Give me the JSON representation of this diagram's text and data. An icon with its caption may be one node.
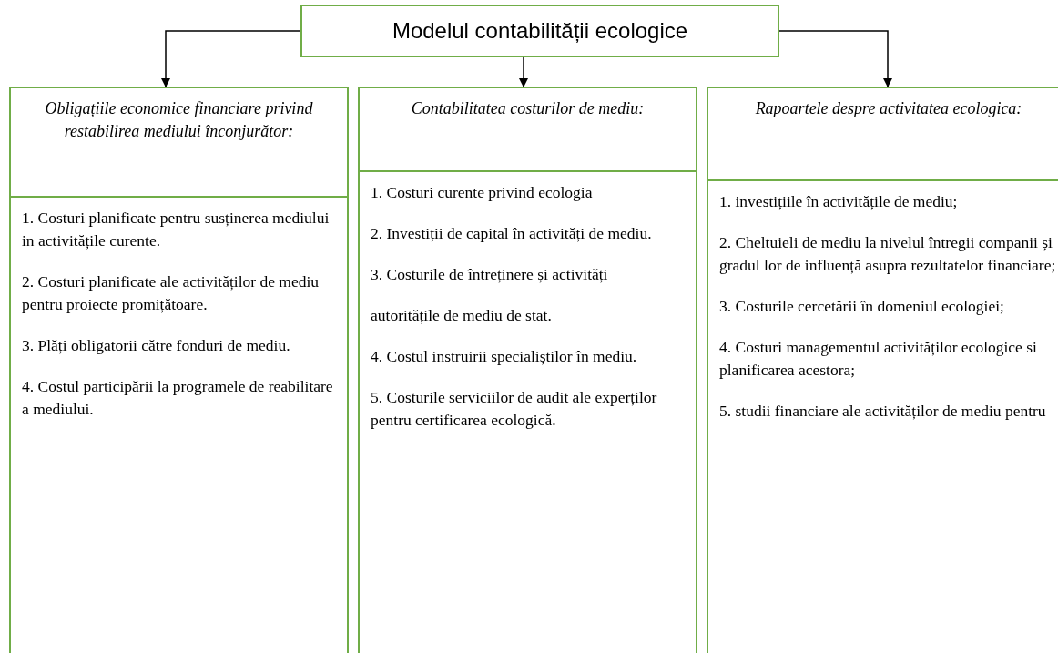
{
  "diagram": {
    "nodes": [
      {
        "text": [
          "Modelul contabilității ecologice"
        ]
      },
      {
        "text": [
          "Obligațiile economice financiare privind restabilirea mediului înconjurător:"
        ]
      },
      {
        "text": [
          "1. Costuri planificate pentru susținerea mediului in activitățile curente.",
          "2. Costuri planificate ale activităților de mediu pentru proiecte promițătoare.",
          "3. Plăți obligatorii către fonduri de mediu.",
          "4. Costul participării la programele de reabilitare a mediului."
        ]
      },
      {
        "text": [
          "Contabilitatea costurilor de mediu:"
        ]
      },
      {
        "text": [
          "1. Costuri curente privind ecologia",
          "2. Investiții de capital în activități de mediu.",
          "3. Costurile de întreținere și activități",
          "autoritățile de mediu de stat.",
          "4. Costul instruirii specialiștilor în mediu.",
          "5. Costurile serviciilor de audit ale experților pentru certificarea ecologică."
        ]
      },
      {
        "text": [
          "Rapoartele despre activitatea ecologica:"
        ]
      },
      {
        "text": [
          "1. investițiile în activitățile de mediu;",
          "2. Cheltuieli de mediu la nivelul întregii companii și gradul lor de influență asupra rezultatelor financiare;",
          "3. Costurile cercetării în domeniul ecologiei;",
          "4. Costuri managementul activităților ecologice si planificarea acestora;",
          "5. studii financiare ale activităților de mediu pentru"
        ]
      }
    ],
    "edges": [
      {
        "from": 0,
        "to": 1,
        "arrow": "to"
      },
      {
        "from": 0,
        "to": 3,
        "arrow": "to"
      },
      {
        "from": 0,
        "to": 5,
        "arrow": "to"
      }
    ]
  }
}
